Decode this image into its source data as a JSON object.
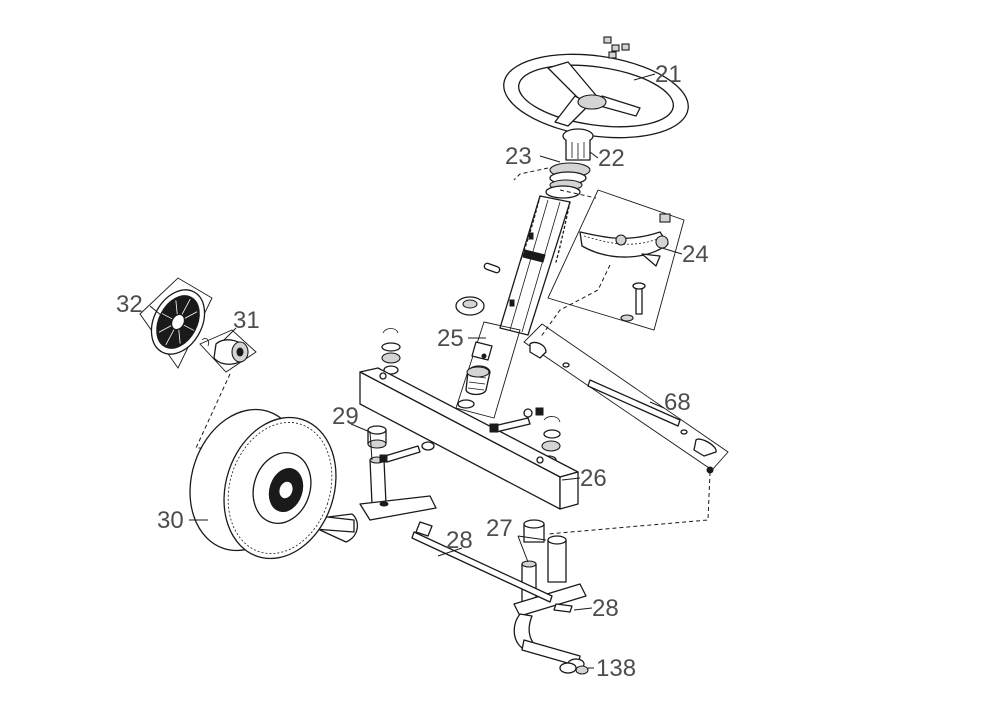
{
  "labels": {
    "l21": "21",
    "l22": "22",
    "l23": "23",
    "l24": "24",
    "l25": "25",
    "l26": "26",
    "l27": "27",
    "l28a": "28",
    "l28b": "28",
    "l29": "29",
    "l30": "30",
    "l31": "31",
    "l32": "32",
    "l68": "68",
    "l138": "138"
  }
}
